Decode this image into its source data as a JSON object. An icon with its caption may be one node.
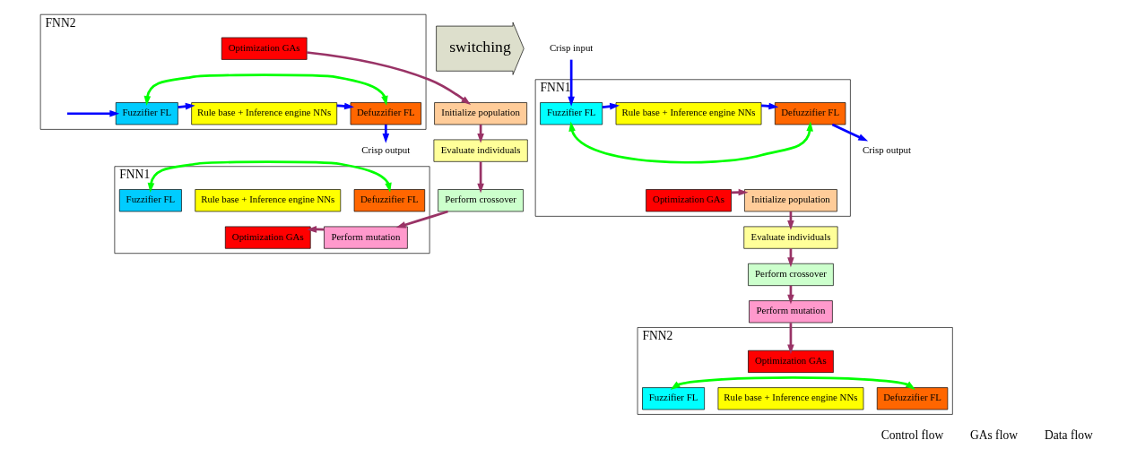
{
  "diagram": {
    "nodes": [
      {
        "text": [
          "FNN1"
        ]
      },
      {
        "text": [
          "Fuzzifier FL"
        ],
        "in": 0
      },
      {
        "text": [
          "Rule base + Inference engine NNs"
        ],
        "in": 0
      },
      {
        "text": [
          "Defuzzifier FL"
        ],
        "in": 0
      },
      {
        "text": [
          "Optimization GAs"
        ],
        "in": 0
      },
      {
        "text": [
          "Perform mutation"
        ],
        "in": 0
      },
      {
        "text": [
          "Perform crossover"
        ]
      },
      {
        "text": [
          "Evaluate individuals"
        ]
      },
      {
        "text": [
          "Initialize population"
        ]
      },
      {
        "text": [
          "FNN2"
        ]
      },
      {
        "text": [
          "Optimization GAs"
        ],
        "in": 9
      },
      {
        "text": [
          "Fuzzifier FL"
        ],
        "in": 9
      },
      {
        "text": [
          "Rule base + Inference engine NNs"
        ],
        "in": 9
      },
      {
        "text": [
          "Defuzzifier FL"
        ],
        "in": 9
      },
      {
        "text": [
          "Crisp output"
        ]
      },
      {
        "text": [
          "switching"
        ]
      },
      {
        "text": [
          "FNN1"
        ]
      },
      {
        "text": [
          "Crisp input"
        ]
      },
      {
        "text": [
          "Fuzzifier FL"
        ],
        "in": 16
      },
      {
        "text": [
          "Rule base + Inference engine NNs"
        ],
        "in": 16
      },
      {
        "text": [
          "Defuzzifier FL"
        ],
        "in": 16
      },
      {
        "text": [
          "Crisp output"
        ]
      },
      {
        "text": [
          "Optimization GAs"
        ],
        "in": 16
      },
      {
        "text": [
          "Initialize population"
        ],
        "in": 16
      },
      {
        "text": [
          "Evaluate individuals"
        ]
      },
      {
        "text": [
          "Perform crossover"
        ]
      },
      {
        "text": [
          "Perform mutation"
        ]
      },
      {
        "text": [
          "FNN2"
        ]
      },
      {
        "text": [
          "Optimization GAs"
        ],
        "in": 27
      },
      {
        "text": [
          "Fuzzifier FL"
        ],
        "in": 27
      },
      {
        "text": [
          "Rule base + Inference engine NNs"
        ],
        "in": 27
      },
      {
        "text": [
          "Defuzzifier FL"
        ],
        "in": 27
      }
    ],
    "edges": [
      {
        "from": 1,
        "to": 3,
        "arrow": "both",
        "color": "#00ff00"
      },
      {
        "from": 6,
        "to": 5,
        "arrow": "to"
      },
      {
        "from": 5,
        "to": 4,
        "arrow": "to"
      },
      {
        "from": 7,
        "to": 6,
        "arrow": "to"
      },
      {
        "from": 8,
        "to": 7,
        "arrow": "to"
      },
      {
        "from": 10,
        "to": 8,
        "arrow": "to"
      },
      {
        "from": 11,
        "to": 13,
        "arrow": "both",
        "color": "#00ff00"
      },
      {
        "from": null,
        "to": 11,
        "arrow": "to",
        "color": "#0000ff"
      },
      {
        "from": 11,
        "to": 12,
        "arrow": "to",
        "color": "#0000ff"
      },
      {
        "from": 12,
        "to": 13,
        "arrow": "to",
        "color": "#0000ff"
      },
      {
        "from": 13,
        "to": 14,
        "arrow": "to",
        "color": "#0000ff"
      },
      {
        "from": 17,
        "to": 18,
        "arrow": "to",
        "color": "#0000ff"
      },
      {
        "from": 18,
        "to": 19,
        "arrow": "to",
        "color": "#0000ff"
      },
      {
        "from": 19,
        "to": 20,
        "arrow": "to",
        "color": "#0000ff"
      },
      {
        "from": 20,
        "to": 21,
        "arrow": "to",
        "color": "#0000ff"
      },
      {
        "from": 18,
        "to": 20,
        "arrow": "both",
        "color": "#00ff00"
      },
      {
        "from": 22,
        "to": 23,
        "arrow": "to"
      },
      {
        "from": 23,
        "to": 24,
        "arrow": "to"
      },
      {
        "from": 24,
        "to": 25,
        "arrow": "to"
      },
      {
        "from": 25,
        "to": 26,
        "arrow": "to"
      },
      {
        "from": 26,
        "to": 28,
        "arrow": "to"
      },
      {
        "from": 29,
        "to": 31,
        "arrow": "both",
        "color": "#00ff00"
      }
    ],
    "legend": [
      {
        "text": "Control flow"
      },
      {
        "text": "GAs flow"
      },
      {
        "text": "Data flow"
      }
    ]
  }
}
